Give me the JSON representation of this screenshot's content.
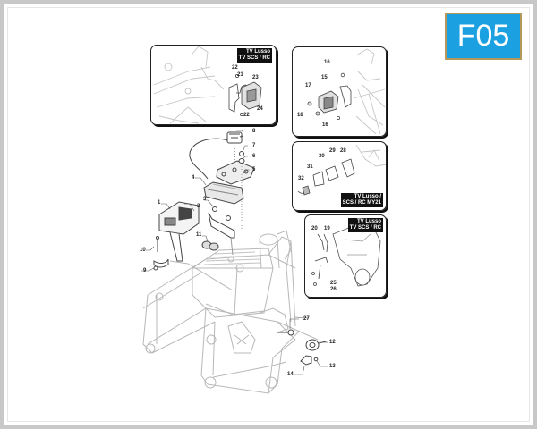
{
  "badge": {
    "label": "F05",
    "bg_color": "#1ba0e2",
    "border_color": "#b5985a"
  },
  "frame": {
    "border_color": "#c8c8c8"
  },
  "panels": [
    {
      "id": "panel-1",
      "label_line1": "TV Lusso",
      "label_line2": "TV SCS / RC",
      "callouts": [
        "22",
        "21",
        "23",
        "24",
        "22"
      ]
    },
    {
      "id": "panel-2",
      "callouts": [
        "16",
        "15",
        "17",
        "18",
        "16"
      ]
    },
    {
      "id": "panel-3",
      "label_line1": "TV Lusso /",
      "label_line2": "SCS / RC MY21",
      "callouts": [
        "29",
        "28",
        "30",
        "31",
        "32"
      ]
    },
    {
      "id": "panel-4",
      "label_line1": "TV Lusso",
      "label_line2": "TV SCS / RC",
      "callouts": [
        "20",
        "19",
        "25",
        "26"
      ]
    }
  ],
  "main_callouts": {
    "c1": "1",
    "c2": "2",
    "c3": "3",
    "c4": "4",
    "c5": "5",
    "c6": "6",
    "c7": "7",
    "c8": "8",
    "c9": "9",
    "c10": "10",
    "c11": "11",
    "c12": "12",
    "c13": "13",
    "c14": "14",
    "c27": "27"
  }
}
